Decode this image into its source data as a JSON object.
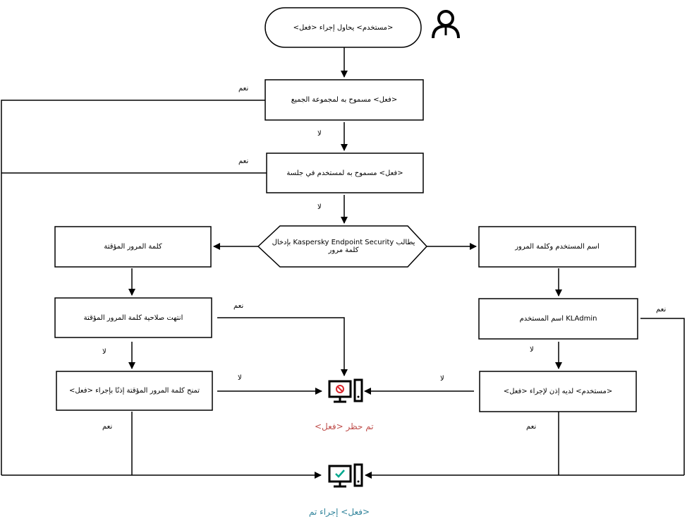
{
  "colors": {
    "blocked": "#c0504d",
    "allowed": "#31849b",
    "icon_blocked": "#d9262d",
    "icon_ok": "#00a88e"
  },
  "nodes": {
    "start": "<مستخدم> يحاول إجراء <فعل>",
    "allowed_all": "<فعل> مسموح به لمجموعة الجميع",
    "allowed_session": "<فعل> مسموح به لمستخدم في جلسة",
    "kes_prompt": "يطالب Kaspersky Endpoint Security بإدخال كلمة مرور",
    "temp_password": "كلمة المرور المؤقتة",
    "temp_expired": "انتهت صلاحية كلمة المرور المؤقتة",
    "temp_grants": "تمنح كلمة المرور المؤقتة إذنًا بإجراء <فعل>",
    "user_pass": "اسم المستخدم وكلمة المرور",
    "kladmin": "KLAdmin اسم المستخدم",
    "user_has_perm": "<مستخدم> لديه إذن لإجراء <فعل>"
  },
  "labels": {
    "yes": "نعم",
    "no": "لا"
  },
  "results": {
    "blocked": "تم حظر <فعل>",
    "allowed": "<فعل> إجراء تم"
  }
}
